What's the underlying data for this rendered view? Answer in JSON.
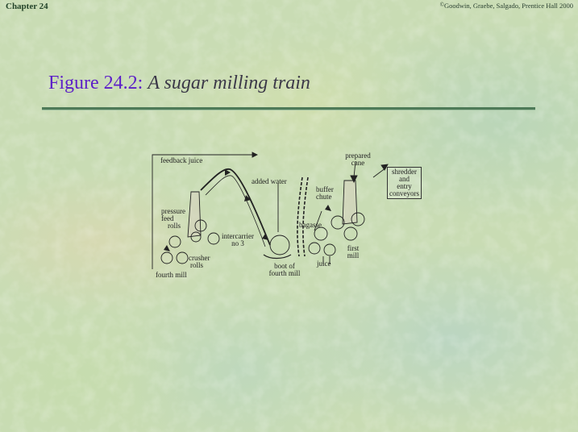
{
  "header": {
    "chapter": "Chapter 24",
    "copyright": "Goodwin, Graebe, Salgado, Prentice Hall 2000"
  },
  "title": {
    "figure_number": "Figure 24.2:",
    "caption": "A sugar milling train"
  },
  "diagram": {
    "labels": {
      "feedback_juice": "feedback juice",
      "added_water": "added water",
      "prepared_cane_1": "prepared",
      "prepared_cane_2": "cane",
      "shredder_1": "shredder",
      "shredder_2": "and",
      "shredder_3": "entry",
      "shredder_4": "conveyors",
      "buffer_chute_1": "buffer",
      "buffer_chute_2": "chute",
      "pressure_feed_1": "pressure",
      "pressure_feed_2": "feed",
      "pressure_feed_3": "rolls",
      "intercarrier_1": "intercarrier",
      "intercarrier_2": "no 3",
      "bagasse": "bagasse",
      "first_mill_1": "first",
      "first_mill_2": "mill",
      "crusher_1": "crusher",
      "crusher_2": "rolls",
      "boot_1": "boot of",
      "boot_2": "fourth mill",
      "juice": "juice",
      "fourth_mill": "fourth mill"
    }
  }
}
